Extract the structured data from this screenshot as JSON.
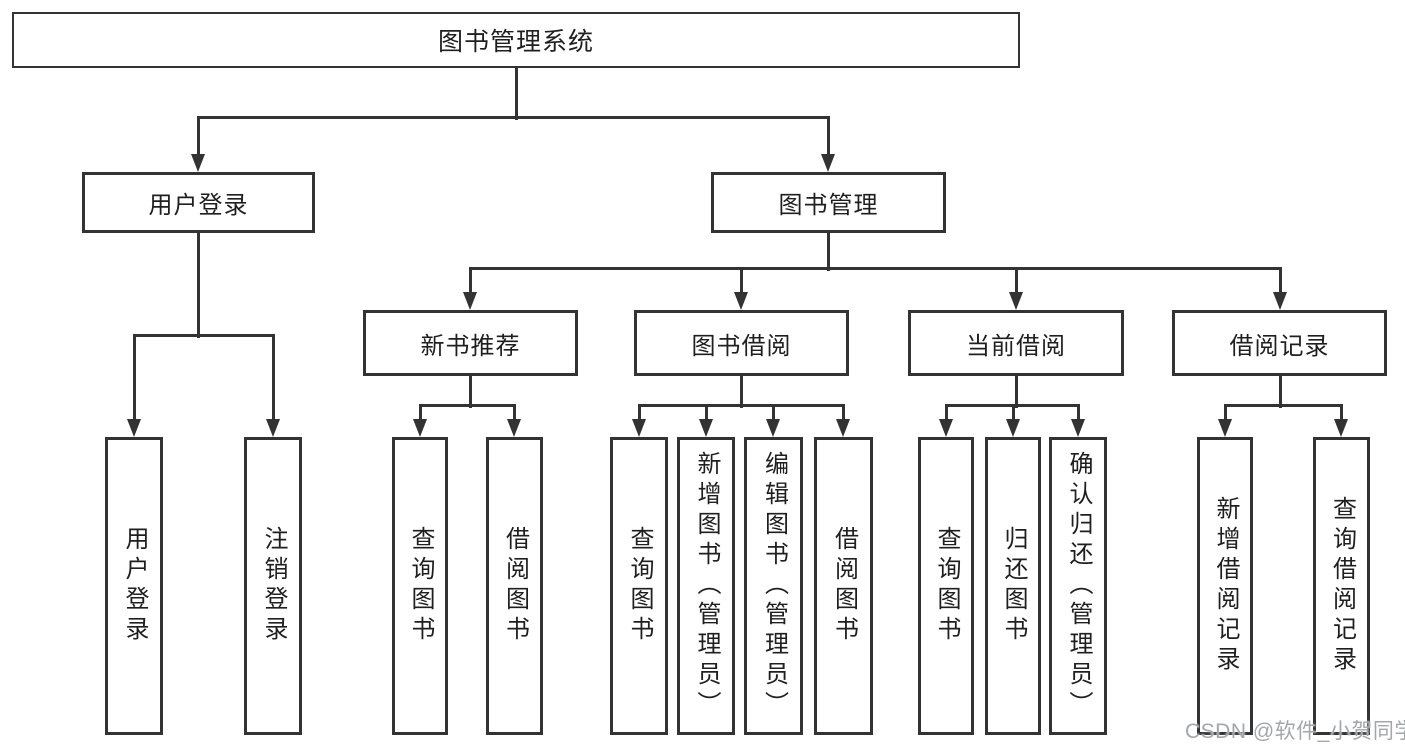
{
  "tree": {
    "label": "图书管理系统",
    "children": [
      {
        "label": "用户登录",
        "children": [
          {
            "label": "用户登录"
          },
          {
            "label": "注销登录"
          }
        ]
      },
      {
        "label": "图书管理",
        "children": [
          {
            "label": "新书推荐",
            "children": [
              {
                "label": "查询图书"
              },
              {
                "label": "借阅图书"
              }
            ]
          },
          {
            "label": "图书借阅",
            "children": [
              {
                "label": "查询图书"
              },
              {
                "label": "新增图书（管理员）"
              },
              {
                "label": "编辑图书（管理员）"
              },
              {
                "label": "借阅图书"
              }
            ]
          },
          {
            "label": "当前借阅",
            "children": [
              {
                "label": "查询图书"
              },
              {
                "label": "归还图书"
              },
              {
                "label": "确认归还（管理员）"
              }
            ]
          },
          {
            "label": "借阅记录",
            "children": [
              {
                "label": "新增借阅记录"
              },
              {
                "label": "查询借阅记录"
              }
            ]
          }
        ]
      }
    ]
  },
  "watermark": {
    "text": "CSDN @软件_小贺同学"
  },
  "colors": {
    "line": "#333333",
    "text": "#1f1f1f",
    "watermark": "#a3a7ab",
    "background": "#ffffff"
  }
}
